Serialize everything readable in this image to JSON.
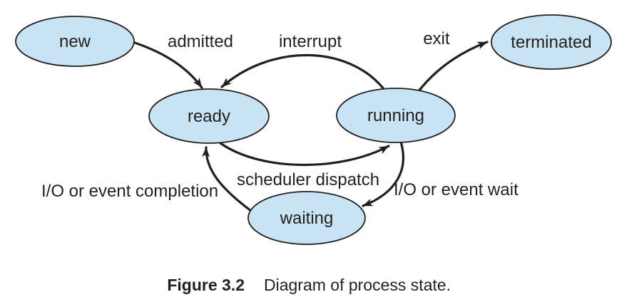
{
  "figure": {
    "caption_label": "Figure 3.2",
    "caption_text": "Diagram of process state."
  },
  "colors": {
    "state_fill": "#c8e4f4",
    "stroke": "#231f20",
    "background": "#ffffff"
  },
  "diagram": {
    "type": "process-state-diagram",
    "states": [
      {
        "id": "new",
        "label": "new"
      },
      {
        "id": "ready",
        "label": "ready"
      },
      {
        "id": "running",
        "label": "running"
      },
      {
        "id": "waiting",
        "label": "waiting"
      },
      {
        "id": "terminated",
        "label": "terminated"
      }
    ],
    "transitions": [
      {
        "from": "new",
        "to": "ready",
        "label": "admitted"
      },
      {
        "from": "running",
        "to": "ready",
        "label": "interrupt"
      },
      {
        "from": "running",
        "to": "terminated",
        "label": "exit"
      },
      {
        "from": "ready",
        "to": "running",
        "label": "scheduler dispatch"
      },
      {
        "from": "running",
        "to": "waiting",
        "label": "I/O or event wait"
      },
      {
        "from": "waiting",
        "to": "ready",
        "label": "I/O or event completion"
      }
    ]
  }
}
